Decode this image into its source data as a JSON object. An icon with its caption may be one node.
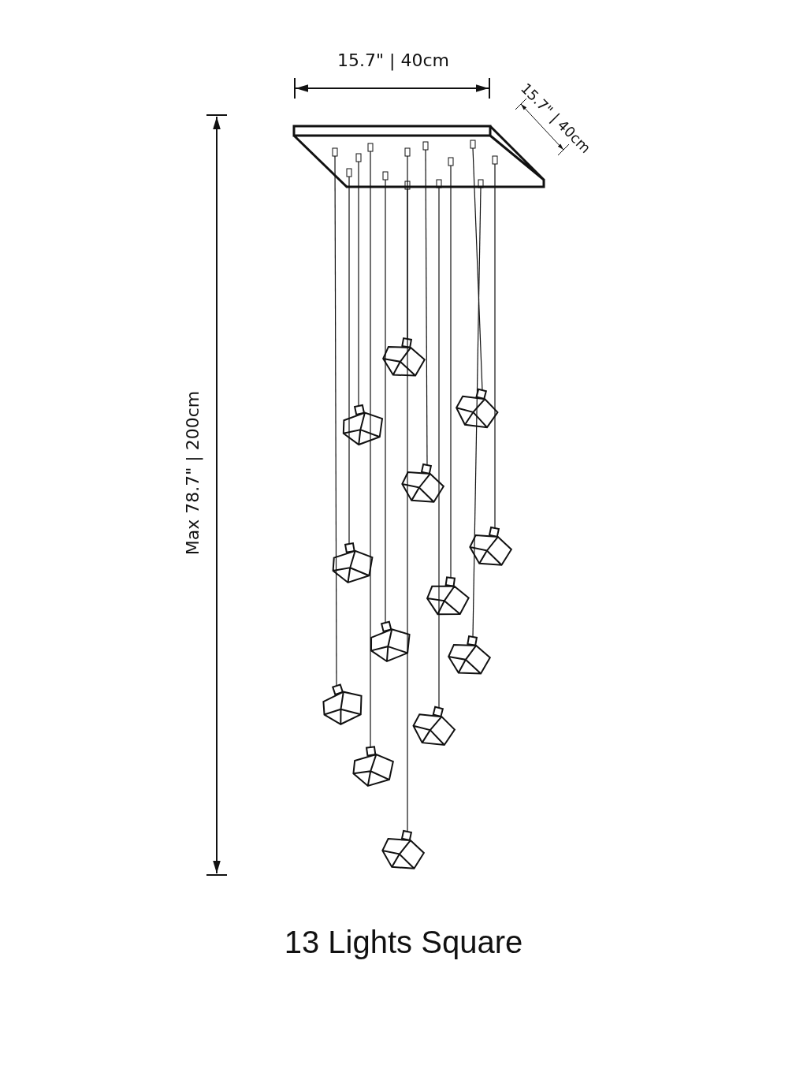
{
  "diagram": {
    "caption": "13 Lights Square",
    "labels": [
      "15.7\" | 40cm",
      "15.7\" | 40cm",
      "Max 78.7\" | 200cm"
    ]
  }
}
